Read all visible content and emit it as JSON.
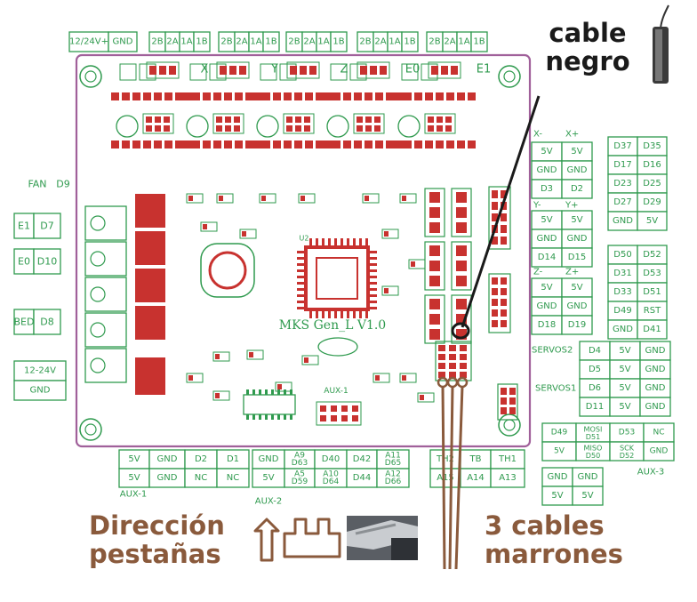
{
  "annotations": {
    "black_cable": [
      "cable",
      "negro"
    ],
    "tab_direction": [
      "Dirección",
      "pestañas"
    ],
    "brown_cables": [
      "3 cables",
      "marrones"
    ]
  },
  "board": {
    "name": "MKS Gen_L V1.0",
    "top_connectors": [
      [
        "12/24V+",
        "GND"
      ],
      [
        "2B",
        "2A",
        "1A",
        "1B"
      ],
      [
        "2B",
        "2A",
        "1A",
        "1B"
      ],
      [
        "2B",
        "2A",
        "1A",
        "1B"
      ],
      [
        "2B",
        "2A",
        "1A",
        "1B"
      ],
      [
        "2B",
        "2A",
        "1A",
        "1B"
      ]
    ],
    "axis_labels": [
      "X",
      "Y",
      "Z",
      "E0",
      "E1"
    ],
    "left_labels": {
      "fan": [
        "FAN",
        "D9"
      ],
      "e1": [
        "E1",
        "D7"
      ],
      "e0": [
        "E0",
        "D10"
      ],
      "bed": [
        "BED",
        "D8"
      ],
      "power": [
        "12-24V",
        "GND"
      ]
    },
    "endstops": {
      "x_head": [
        "X-",
        "X+"
      ],
      "x": [
        [
          "5V",
          "5V"
        ],
        [
          "GND",
          "GND"
        ],
        [
          "D3",
          "D2"
        ]
      ],
      "y_head": [
        "Y-",
        "Y+"
      ],
      "y": [
        [
          "5V",
          "5V"
        ],
        [
          "GND",
          "GND"
        ],
        [
          "D14",
          "D15"
        ]
      ],
      "z_head": [
        "Z-",
        "Z+"
      ],
      "z": [
        [
          "5V",
          "5V"
        ],
        [
          "GND",
          "GND"
        ],
        [
          "D18",
          "D19"
        ]
      ]
    },
    "aux4": [
      [
        "D37",
        "D35"
      ],
      [
        "D17",
        "D16"
      ],
      [
        "D23",
        "D25"
      ],
      [
        "D27",
        "D29"
      ],
      [
        "GND",
        "5V"
      ]
    ],
    "aux3_right": [
      [
        "D50",
        "D52"
      ],
      [
        "D31",
        "D53"
      ],
      [
        "D33",
        "D51"
      ],
      [
        "D49",
        "RST"
      ],
      [
        "GND",
        "D41"
      ]
    ],
    "servos": {
      "label1": "SERVOS2",
      "label2": "SERVOS1",
      "rows": [
        [
          "D4",
          "5V",
          "GND"
        ],
        [
          "D5",
          "5V",
          "GND"
        ],
        [
          "D6",
          "5V",
          "GND"
        ],
        [
          "D11",
          "5V",
          "GND"
        ]
      ]
    },
    "aux3": {
      "label": "AUX-3",
      "rows": [
        [
          "D49",
          "MOSI D51",
          "D53",
          "NC"
        ],
        [
          "5V",
          "MISO D50",
          "SCK D52",
          "GND"
        ]
      ],
      "extra": [
        [
          "GND",
          "GND"
        ],
        [
          "5V",
          "5V"
        ]
      ]
    },
    "aux1": {
      "label": "AUX-1",
      "rows": [
        [
          "5V",
          "GND",
          "D2",
          "D1"
        ],
        [
          "5V",
          "GND",
          "NC",
          "NC"
        ]
      ]
    },
    "aux2": {
      "label": "AUX-2",
      "rows": [
        [
          "GND",
          "A9 D63",
          "D40",
          "D42",
          "A11 D65"
        ],
        [
          "5V",
          "A5 D59",
          "A10 D64",
          "D44",
          "A12 D66"
        ]
      ]
    },
    "thermo": {
      "rows": [
        [
          "TH2",
          "TB",
          "TH1"
        ],
        [
          "A15",
          "A14",
          "A13"
        ]
      ]
    },
    "ic_labels": [
      "U2",
      "AUX-1"
    ]
  },
  "colors": {
    "pcb_outline": "#a0609a",
    "pcb_green": "#2f9a4e",
    "pcb_red": "#c8322f",
    "annotation_brown": "#8a5a3c",
    "annotation_black": "#1a1a1a"
  }
}
